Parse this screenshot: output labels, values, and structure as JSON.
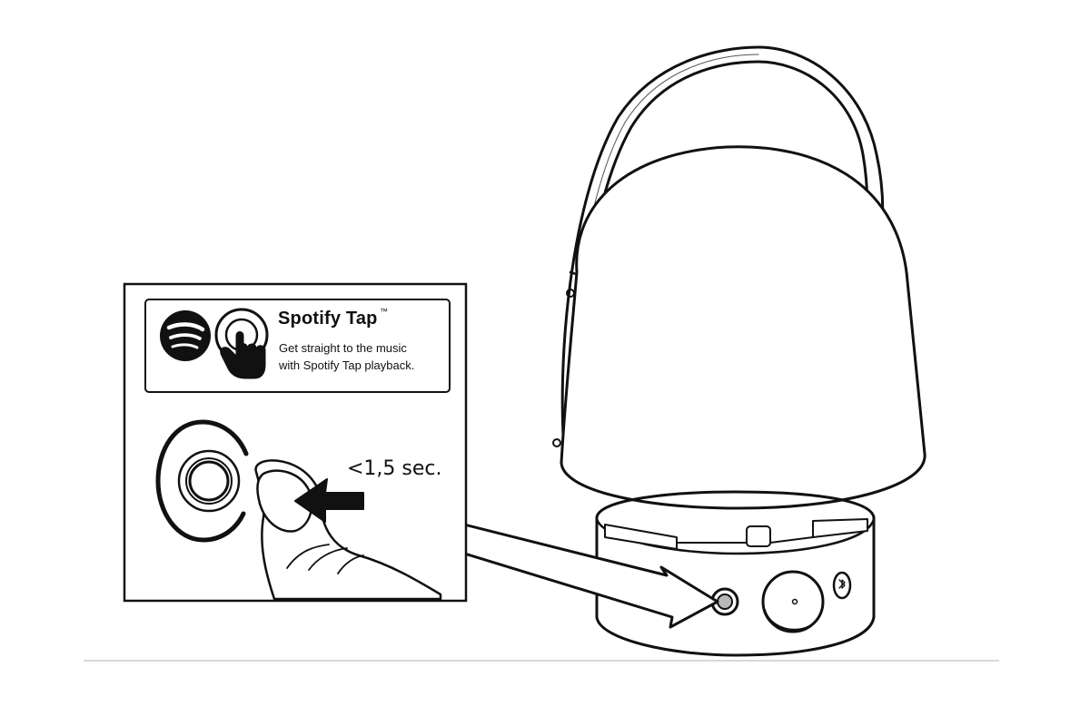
{
  "spotify_tap_badge": {
    "title": "Spotify Tap",
    "trademark": "™",
    "description_line1": "Get straight to the music",
    "description_line2": "with Spotify Tap playback."
  },
  "inset": {
    "press_duration_label": "<1,5 sec."
  },
  "icons": {
    "logo": "spotify-logo-icon",
    "tap": "tap-finger-icon",
    "speaker_bluetooth": "bluetooth-icon"
  },
  "colors": {
    "line": "#111111",
    "background": "#ffffff",
    "spotify_button_fill": "#b8b8b8",
    "divider": "#cccccc"
  }
}
